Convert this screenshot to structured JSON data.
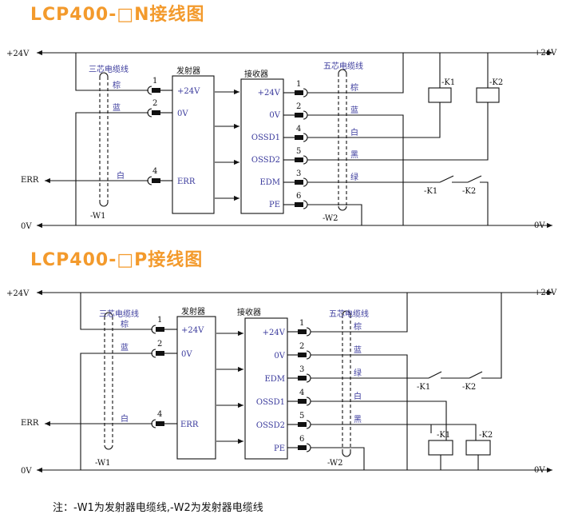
{
  "titles": {
    "n_type": "LCP400-□N接线图",
    "p_type": "LCP400-□P接线图"
  },
  "note": "注：-W1为发射器电缆线,-W2为发射器电缆线",
  "power": {
    "plus": "+24V",
    "zero": "0V",
    "err": "ERR"
  },
  "blocks": {
    "emitter": "发射器",
    "receiver": "接收器"
  },
  "cables": {
    "three_core": "三芯电缆线",
    "five_core": "五芯电缆线",
    "w1": "-W1",
    "w2": "-W2"
  },
  "relays": {
    "k1": "-K1",
    "k2": "-K2"
  },
  "emitter_pins": [
    "+24V",
    "0V",
    "ERR"
  ],
  "n_receiver_pins": [
    "+24V",
    "0V",
    "OSSD1",
    "OSSD2",
    "EDM",
    "PE"
  ],
  "p_receiver_pins": [
    "+24V",
    "0V",
    "EDM",
    "OSSD1",
    "OSSD2",
    "PE"
  ],
  "emitter_wires": [
    {
      "num": "1",
      "color": "棕"
    },
    {
      "num": "2",
      "color": "蓝"
    },
    {
      "num": "4",
      "color": "白"
    }
  ],
  "n_receiver_wires": [
    {
      "num": "1",
      "color": "棕"
    },
    {
      "num": "2",
      "color": "蓝"
    },
    {
      "num": "4",
      "color": "白"
    },
    {
      "num": "5",
      "color": "黑"
    },
    {
      "num": "3",
      "color": "绿"
    },
    {
      "num": "6",
      "color": ""
    }
  ],
  "p_receiver_wires": [
    {
      "num": "1",
      "color": "棕"
    },
    {
      "num": "2",
      "color": "蓝"
    },
    {
      "num": "3",
      "color": "绿"
    },
    {
      "num": "4",
      "color": "白"
    },
    {
      "num": "5",
      "color": "黑"
    },
    {
      "num": "6",
      "color": ""
    }
  ]
}
